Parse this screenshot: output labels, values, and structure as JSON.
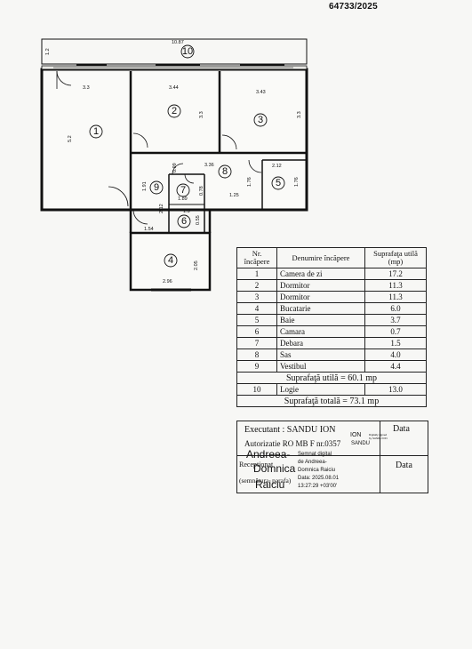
{
  "document": {
    "number": "64733/2025"
  },
  "plan": {
    "dimensions": [
      "1.2",
      "10.87",
      "3.3",
      "5.2",
      "3.44",
      "3.3",
      "3.43",
      "3.3",
      "3.36",
      "0.99",
      "2.12",
      "1.76",
      "1.91",
      "1.89",
      "0.78",
      "1.25",
      "1.76",
      "2.12",
      "1.3",
      "0.55",
      "1.54",
      "2.05",
      "2.96"
    ],
    "room_numbers": [
      "1",
      "2",
      "3",
      "4",
      "5",
      "6",
      "7",
      "8",
      "9",
      "10"
    ]
  },
  "table": {
    "headers": [
      "Nr. încăpere",
      "Denumire încăpere",
      "Suprafaţa utilă (mp)"
    ],
    "rows": [
      {
        "nr": "1",
        "name": "Camera de zi",
        "area": "17.2"
      },
      {
        "nr": "2",
        "name": "Dormitor",
        "area": "11.3"
      },
      {
        "nr": "3",
        "name": "Dormitor",
        "area": "11.3"
      },
      {
        "nr": "4",
        "name": "Bucatarie",
        "area": "6.0"
      },
      {
        "nr": "5",
        "name": "Baie",
        "area": "3.7"
      },
      {
        "nr": "6",
        "name": "Camara",
        "area": "0.7"
      },
      {
        "nr": "7",
        "name": "Debara",
        "area": "1.5"
      },
      {
        "nr": "8",
        "name": "Sas",
        "area": "4.0"
      },
      {
        "nr": "9",
        "name": "Vestibul",
        "area": "4.4"
      }
    ],
    "useful_total": "Suprafaţă utilă = 60.1 mp",
    "row10": {
      "nr": "10",
      "name": "Logie",
      "area": "13.0"
    },
    "grand_total": "Suprafaţă totală = 73.1 mp"
  },
  "signature": {
    "executant": "Executant : SANDU ION",
    "authorization": "Autorizatie RO MB F nr.0357",
    "date_label": "Data",
    "receptionat": "Receptionat",
    "sign_label": "(semnătura, parafa)",
    "date_label2": "Data",
    "stamp_sandu_name": "ION",
    "stamp_sandu_surname": "SANDU",
    "stamp_sandu_small": "Digitally signed by SANDU ION",
    "stamp_name_big_1": "Andreea-",
    "stamp_name_big_2": "Domnica",
    "stamp_name_big_3": "Raiciu",
    "stamp_digital": "Semnat digital",
    "stamp_de": "de Andreea-",
    "stamp_dom": "Domnica Raiciu",
    "stamp_date": "Data: 2025.08.01",
    "stamp_time": "13:27:29 +03'00'"
  }
}
